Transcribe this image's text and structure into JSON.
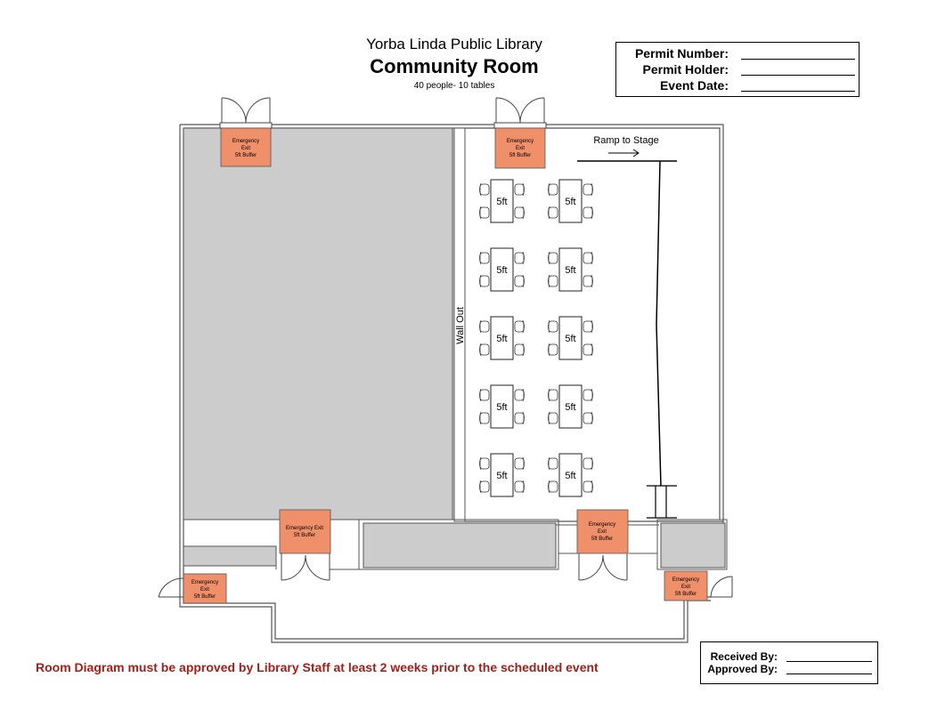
{
  "header": {
    "library_name": "Yorba Linda Public Library",
    "room_name": "Community Room",
    "capacity": "40 people- 10 tables"
  },
  "permit": {
    "number_label": "Permit Number:",
    "holder_label": "Permit Holder:",
    "date_label": "Event Date:"
  },
  "receipt": {
    "received_label": "Received By:",
    "approved_label": "Approved By:"
  },
  "notice": "Room Diagram must be approved by Library Staff at least 2 weeks prior to the scheduled event",
  "diagram": {
    "ramp_label": "Ramp to Stage",
    "wall_label": "Wall Out",
    "table_label": "5ft",
    "exits": [
      {
        "lines": [
          "Emergency",
          "Exit",
          "5ft Buffer"
        ]
      },
      {
        "lines": [
          "Emergency",
          "Exit",
          "5ft Buffer"
        ]
      },
      {
        "lines": [
          "Emergency Exit",
          "5ft Buffer"
        ]
      },
      {
        "lines": [
          "Emergency",
          "Exit",
          "5ft Buffer"
        ]
      },
      {
        "lines": [
          "Emergency",
          "Exit",
          "5ft Buffer"
        ]
      },
      {
        "lines": [
          "Emergency",
          "Exit",
          "5ft Buffer"
        ]
      }
    ],
    "colors": {
      "exit_fill": "#f0906b",
      "partition_fill": "#cccccc",
      "wall": "#555555",
      "notice_text": "#a0201a"
    }
  }
}
